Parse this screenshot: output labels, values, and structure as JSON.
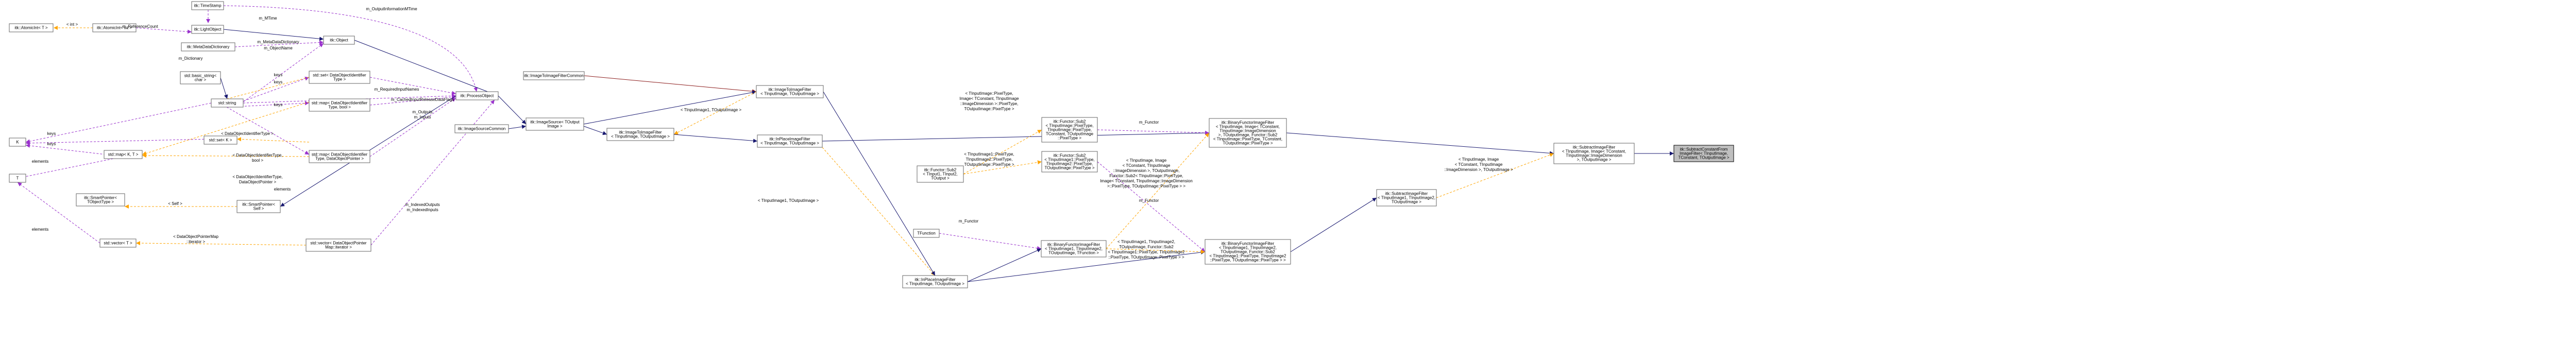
{
  "diagram": {
    "nodes": [
      {
        "id": "atomic_int_t",
        "lines": [
          "itk::AtomicInt< T >"
        ]
      },
      {
        "id": "atomic_int_int",
        "lines": [
          "itk::AtomicInt< int >"
        ]
      },
      {
        "id": "timestamp",
        "lines": [
          "itk::TimeStamp"
        ]
      },
      {
        "id": "lightobject",
        "lines": [
          "itk::LightObject"
        ]
      },
      {
        "id": "metadatadictionary",
        "lines": [
          "itk::MetaDataDictionary"
        ]
      },
      {
        "id": "object",
        "lines": [
          "itk::Object"
        ]
      },
      {
        "id": "basic_string",
        "lines": [
          "std::basic_string<",
          "char >"
        ]
      },
      {
        "id": "string",
        "lines": [
          "std::string"
        ]
      },
      {
        "id": "set_dataobjectidentifier",
        "lines": [
          "std::set< DataObjectIdentifier",
          "Type >"
        ]
      },
      {
        "id": "map_dataobjectidentifier_bool",
        "lines": [
          "std::map< DataObjectIdentifier",
          "Type, bool >"
        ]
      },
      {
        "id": "processobject",
        "lines": [
          "itk::ProcessObject"
        ]
      },
      {
        "id": "k",
        "lines": [
          "K"
        ]
      },
      {
        "id": "set_k",
        "lines": [
          "std::set< K >"
        ]
      },
      {
        "id": "map_k_t",
        "lines": [
          "std::map< K, T >"
        ]
      },
      {
        "id": "map_dataobjectidentifier_pointer",
        "lines": [
          "std::map< DataObjectIdentifier",
          "Type, DataObjectPointer >"
        ]
      },
      {
        "id": "t",
        "lines": [
          "T"
        ]
      },
      {
        "id": "smartpointer_dataobject",
        "lines": [
          "itk::SmartPointer<",
          "TObjectType >"
        ]
      },
      {
        "id": "smartpointer_self",
        "lines": [
          "itk::SmartPointer<",
          "Self >"
        ]
      },
      {
        "id": "vector_t",
        "lines": [
          "std::vector< T >"
        ]
      },
      {
        "id": "vector_dataobjectpointermap",
        "lines": [
          "std::vector< DataObjectPointer",
          "Map::iterator >"
        ]
      },
      {
        "id": "imagetoimagefiltercommon",
        "lines": [
          "itk::ImageToImageFilterCommon"
        ]
      },
      {
        "id": "imagesourcecommon",
        "lines": [
          "itk::ImageSourceCommon"
        ]
      },
      {
        "id": "imagesource",
        "lines": [
          "itk::ImageSource< TOutput",
          "Image >"
        ]
      },
      {
        "id": "imagetoimagefilter_a",
        "lines": [
          "itk::ImageToImageFilter",
          "< TInputImage, TOutputImage >"
        ]
      },
      {
        "id": "imagetoimagefilter_b",
        "lines": [
          "itk::ImageToImageFilter",
          "< TInputImage, TOutputImage >"
        ]
      },
      {
        "id": "inplaceimagefilter_a",
        "lines": [
          "itk::InPlaceImageFilter",
          "< TInputImage, TOutputImage >"
        ]
      },
      {
        "id": "functor_sub2_a",
        "lines": [
          "itk::Functor::Sub2",
          "< TInput1, TInput2,",
          "TOutput >"
        ]
      },
      {
        "id": "functor_sub2_b",
        "lines": [
          "itk::Functor::Sub2",
          "< TInputImage::PixelType,",
          "TInputImage::PixelType,",
          "TConstant, TOutputImage",
          "::PixelType >"
        ]
      },
      {
        "id": "functor_sub2_c",
        "lines": [
          "itk::Functor::Sub2",
          "< TInputImage1::PixelType,",
          "TInputImage2::PixelType,",
          "TOutputImage::PixelType >"
        ]
      },
      {
        "id": "tfunction",
        "lines": [
          "TFunction"
        ]
      },
      {
        "id": "inplaceimagefilter_b",
        "lines": [
          "itk::InPlaceImageFilter",
          "< TInputImage, TOutputImage >"
        ]
      },
      {
        "id": "binaryfunctorimagefilter_a",
        "lines": [
          "itk::BinaryFunctorImageFilter",
          "< TInputImage1, TInputImage2,",
          "TOutputImage, TFunction >"
        ]
      },
      {
        "id": "binaryfunctorimagefilter_b",
        "lines": [
          "itk::BinaryFunctorImageFilter",
          "< TInputImage, Image< TConstant,",
          "TInputImage::ImageDimension",
          ">, TOutputImage, Functor::Sub2",
          "< TInputImage::PixelType, TConstant,",
          "TOutputImage::PixelType >"
        ]
      },
      {
        "id": "binaryfunctorimagefilter_c",
        "lines": [
          "itk::BinaryFunctorImageFilter",
          "< TInputImage1, TInputImage2,",
          "TOutputImage, Functor::Sub2",
          "< TInputImage1::PixelType, TInputImage2",
          "::PixelType, TOutputImage::PixelType > >"
        ]
      },
      {
        "id": "subtractimagefilter_a",
        "lines": [
          "itk::SubtractImageFilter",
          "< TInputImage1, TInputImage2,",
          "TOutputImage >"
        ]
      },
      {
        "id": "subtractimagefilter_b",
        "lines": [
          "itk::SubtractImageFilter",
          "< TInputImage, Image< TConstant,",
          "TInputImage::ImageDimension",
          ">, TOutputImage >"
        ]
      },
      {
        "id": "subtractconstantfrom",
        "lines": [
          "itk::SubtractConstantFrom",
          "ImageFilter< TInputImage,",
          "TConstant, TOutputImage >"
        ]
      }
    ],
    "edge_labels": [
      {
        "id": "int_label",
        "text": "< int >"
      },
      {
        "id": "referencecount",
        "text": "m_ReferenceCount"
      },
      {
        "id": "mtime",
        "text": "m_MTime"
      },
      {
        "id": "outputinformationmtime",
        "text": "m_OutputInformationMTime"
      },
      {
        "id": "metadatadictionary_label",
        "text": "m_MetaDataDictionary"
      },
      {
        "id": "objectname",
        "text": "m_ObjectName"
      },
      {
        "id": "dictionary",
        "text": "m_Dictionary"
      },
      {
        "id": "requiredinputnames",
        "text": "m_RequiredInputNames"
      },
      {
        "id": "keys_1",
        "text": "keys"
      },
      {
        "id": "keys_2",
        "text": "keys"
      },
      {
        "id": "keys_3",
        "text": "keys"
      },
      {
        "id": "keys_4",
        "text": "keys"
      },
      {
        "id": "keys_5",
        "text": "keys"
      },
      {
        "id": "cachedinputreleasedataflags",
        "text": "m_CachedInputReleaseDataFlags"
      },
      {
        "id": "outputs_inputs_1",
        "text": "m_Outputs"
      },
      {
        "id": "outputs_inputs_2",
        "text": "m_Inputs"
      },
      {
        "id": "dataobjectidentifiertype",
        "text": "< DataObjectIdentifierType >"
      },
      {
        "id": "dataobjectidentifiertype_bool_1",
        "text": "< DataObjectIdentifierType,"
      },
      {
        "id": "dataobjectidentifiertype_bool_2",
        "text": "bool >"
      },
      {
        "id": "dataobjectidentifiertype_ptr_1",
        "text": "< DataObjectIdentifierType,"
      },
      {
        "id": "dataobjectidentifiertype_ptr_2",
        "text": "DataObjectPointer >"
      },
      {
        "id": "elements_1",
        "text": "elements"
      },
      {
        "id": "elements_2",
        "text": "elements"
      },
      {
        "id": "elements_3",
        "text": "elements"
      },
      {
        "id": "self_label",
        "text": "< Self >"
      },
      {
        "id": "indexedoutputs_1",
        "text": "m_IndexedOutputs"
      },
      {
        "id": "indexedoutputs_2",
        "text": "m_IndexedInputs"
      },
      {
        "id": "dataobjectpointermap_1",
        "text": "< DataObjectPointerMap"
      },
      {
        "id": "dataobjectpointermap_2",
        "text": "::iterator >"
      },
      {
        "id": "tinput_toutput_1",
        "text": "< TInputImage1, TOutputImage >"
      },
      {
        "id": "tinput_toutput_2",
        "text": "< TInputImage1, TOutputImage >"
      },
      {
        "id": "sub2_b_label_1",
        "text": "< TInputImage::PixelType,"
      },
      {
        "id": "sub2_b_label_2",
        "text": "Image< TConstant, TInputImage"
      },
      {
        "id": "sub2_b_label_3",
        "text": "::ImageDimension >::PixelType,"
      },
      {
        "id": "sub2_b_label_4",
        "text": "TOutputImage::PixelType >"
      },
      {
        "id": "sub2_c_label_1",
        "text": "< TInputImage1::PixelType,"
      },
      {
        "id": "sub2_c_label_2",
        "text": "TInputImage2::PixelType,"
      },
      {
        "id": "sub2_c_label_3",
        "text": "TOutputImage::PixelType >"
      },
      {
        "id": "functor_1",
        "text": "m_Functor"
      },
      {
        "id": "functor_2",
        "text": "m_Functor"
      },
      {
        "id": "functor_3",
        "text": "m_Functor"
      },
      {
        "id": "bfif_b_label_1",
        "text": "< TInputImage, Image"
      },
      {
        "id": "bfif_b_label_2",
        "text": "< TConstant, TInputImage"
      },
      {
        "id": "bfif_b_label_3",
        "text": "::ImageDimension >, TOutputImage,"
      },
      {
        "id": "bfif_b_label_4",
        "text": "Functor::Sub2< TInputImage::PixelType,"
      },
      {
        "id": "bfif_b_label_5",
        "text": "Image< TConstant, TInputImage::ImageDimension"
      },
      {
        "id": "bfif_b_label_6",
        "text": ">::PixelType, TOutputImage::PixelType > >"
      },
      {
        "id": "bfif_c_label_1",
        "text": "< TInputImage1, TInputImage2,"
      },
      {
        "id": "bfif_c_label_2",
        "text": "TOutputImage, Functor::Sub2"
      },
      {
        "id": "bfif_c_label_3",
        "text": "< TInputImage1::PixelType, TInputImage2"
      },
      {
        "id": "bfif_c_label_4",
        "text": "::PixelType, TOutputImage::PixelType > >"
      },
      {
        "id": "sub_b_label_1",
        "text": "< TInputImage, Image"
      },
      {
        "id": "sub_b_label_2",
        "text": "< TConstant, TInputImage"
      },
      {
        "id": "sub_b_label_3",
        "text": "::ImageDimension >, TOutputImage >"
      }
    ],
    "colors": {
      "inheritance": "#191970",
      "usage": "#9a32cd",
      "template": "#ffa500",
      "protected": "#8b1a1a"
    }
  }
}
